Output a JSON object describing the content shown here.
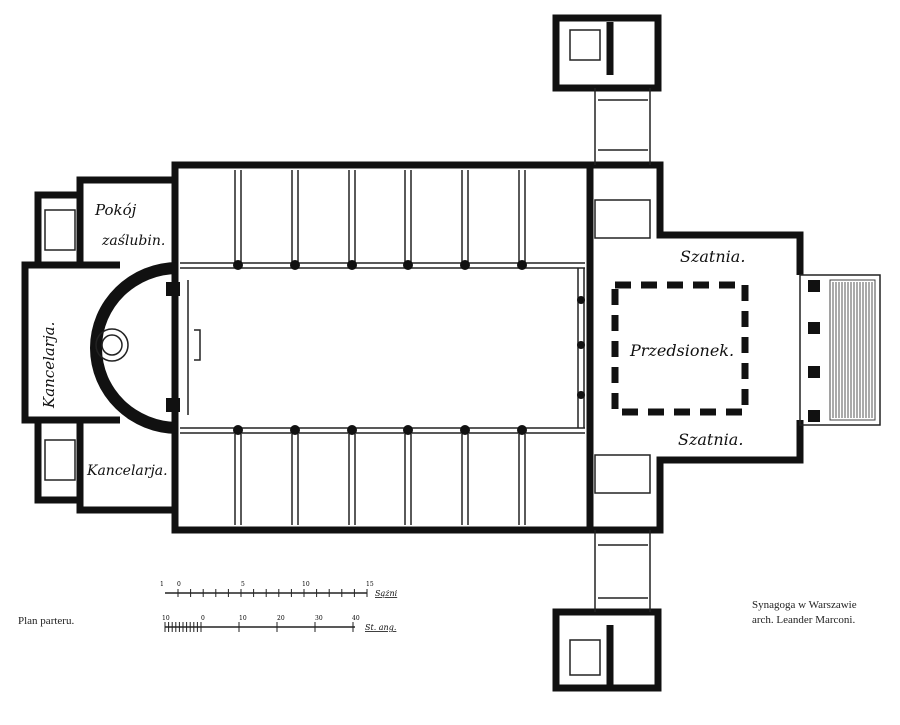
{
  "rooms": {
    "pokoj": "Pokój",
    "zaslubin": "zaślubin.",
    "kancelarja_left": "Kancelarja.",
    "kancelarja_bottom": "Kancelarja.",
    "szatnia_top": "Szatnia.",
    "szatnia_bottom": "Szatnia.",
    "przedsionek": "Przedsionek."
  },
  "captions": {
    "plan": "Plan parteru.",
    "title": "Synagoga w Warszawie",
    "architect": "arch. Leander Marconi."
  },
  "scales": {
    "top": {
      "ticks": [
        "1",
        "0",
        "5",
        "10",
        "15"
      ],
      "unit": "Sążni"
    },
    "bottom": {
      "ticks": [
        "10",
        "0",
        "10",
        "20",
        "30",
        "40"
      ],
      "unit": "St. ang."
    }
  }
}
